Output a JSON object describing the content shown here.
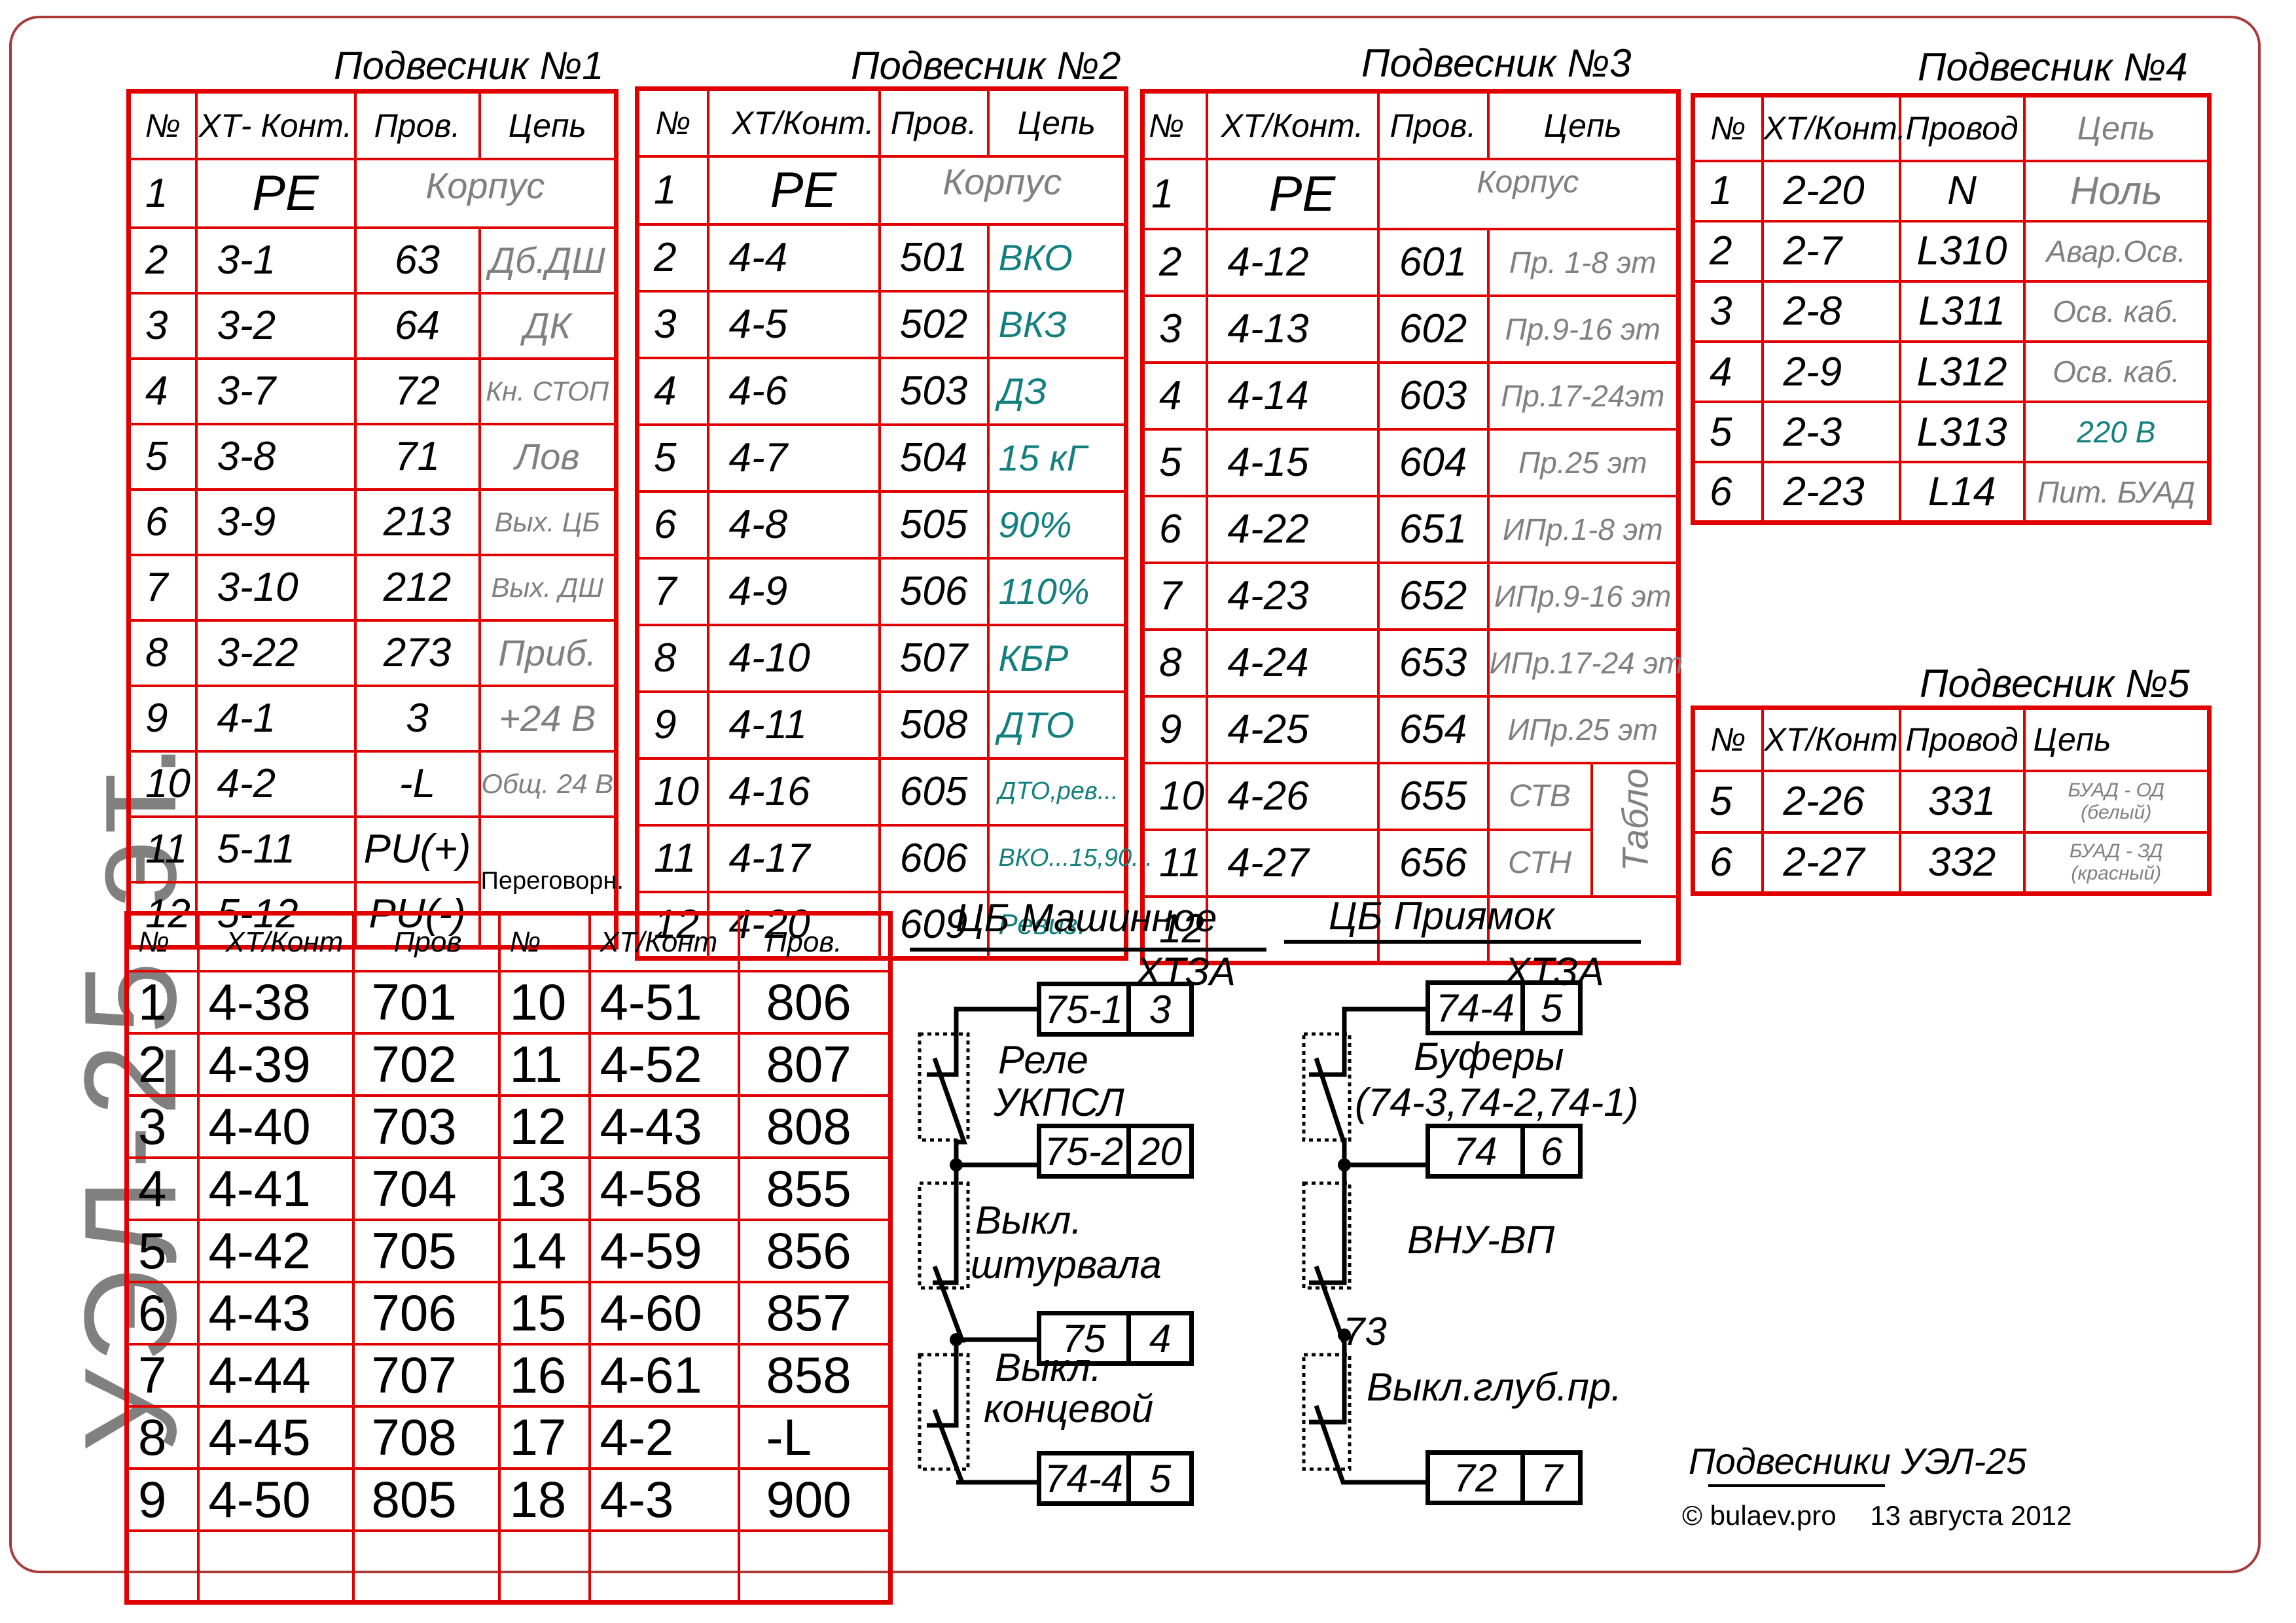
{
  "side_title": "УЭЛ-25 эт.",
  "colors": {
    "border": "#e00000",
    "teal": "#137f7f",
    "gray": "#808080",
    "frame": "#a83a3a"
  },
  "p1": {
    "title": "Подвесник №1",
    "headers": [
      "№",
      "ХТ- Конт.",
      "Пров.",
      "Цепь"
    ],
    "row1": {
      "no": "1",
      "xt": "PE",
      "chain": "Корпус"
    },
    "rows": [
      {
        "no": "2",
        "xt": "3-1",
        "wire": "63",
        "chain": "Дб.ДШ"
      },
      {
        "no": "3",
        "xt": "3-2",
        "wire": "64",
        "chain": "ДК"
      },
      {
        "no": "4",
        "xt": "3-7",
        "wire": "72",
        "chain": "Кн. СТОП"
      },
      {
        "no": "5",
        "xt": "3-8",
        "wire": "71",
        "chain": "Лов"
      },
      {
        "no": "6",
        "xt": "3-9",
        "wire": "213",
        "chain": "Вых. ЦБ"
      },
      {
        "no": "7",
        "xt": "3-10",
        "wire": "212",
        "chain": "Вых. ДШ"
      },
      {
        "no": "8",
        "xt": "3-22",
        "wire": "273",
        "chain": "Приб."
      },
      {
        "no": "9",
        "xt": "4-1",
        "wire": "3",
        "chain": "+24 В"
      },
      {
        "no": "10",
        "xt": "4-2",
        "wire": "-L",
        "chain": "Общ. 24 В"
      },
      {
        "no": "11",
        "xt": "5-11",
        "wire": "PU(+)"
      },
      {
        "no": "12",
        "xt": "5-12",
        "wire": "PU(-)"
      }
    ],
    "merged_chain_11_12": "Переговорн."
  },
  "p2": {
    "title": "Подвесник №2",
    "headers": [
      "№",
      "ХТ/Конт.",
      "Пров.",
      "Цепь"
    ],
    "row1": {
      "no": "1",
      "xt": "PE",
      "chain": "Корпус"
    },
    "rows": [
      {
        "no": "2",
        "xt": "4-4",
        "wire": "501",
        "chain": "ВКО"
      },
      {
        "no": "3",
        "xt": "4-5",
        "wire": "502",
        "chain": "ВКЗ"
      },
      {
        "no": "4",
        "xt": "4-6",
        "wire": "503",
        "chain": "ДЗ"
      },
      {
        "no": "5",
        "xt": "4-7",
        "wire": "504",
        "chain": "15 кГ"
      },
      {
        "no": "6",
        "xt": "4-8",
        "wire": "505",
        "chain": "90%"
      },
      {
        "no": "7",
        "xt": "4-9",
        "wire": "506",
        "chain": "110%"
      },
      {
        "no": "8",
        "xt": "4-10",
        "wire": "507",
        "chain": "КБР"
      },
      {
        "no": "9",
        "xt": "4-11",
        "wire": "508",
        "chain": "ДТО"
      },
      {
        "no": "10",
        "xt": "4-16",
        "wire": "605",
        "chain": "ДТО,рев..."
      },
      {
        "no": "11",
        "xt": "4-17",
        "wire": "606",
        "chain": "ВКО...15,90..."
      },
      {
        "no": "12",
        "xt": "4-20",
        "wire": "609",
        "chain": "Ревиз."
      }
    ]
  },
  "p3": {
    "title": "Подвесник №3",
    "headers": [
      "№",
      "ХТ/Конт.",
      "Пров.",
      "Цепь"
    ],
    "row1": {
      "no": "1",
      "xt": "PE",
      "chain": "Корпус"
    },
    "rows": [
      {
        "no": "2",
        "xt": "4-12",
        "wire": "601",
        "chain": "Пр. 1-8 эт"
      },
      {
        "no": "3",
        "xt": "4-13",
        "wire": "602",
        "chain": "Пр.9-16 эт"
      },
      {
        "no": "4",
        "xt": "4-14",
        "wire": "603",
        "chain": "Пр.17-24эт"
      },
      {
        "no": "5",
        "xt": "4-15",
        "wire": "604",
        "chain": "Пр.25 эт"
      },
      {
        "no": "6",
        "xt": "4-22",
        "wire": "651",
        "chain": "ИПр.1-8 эт"
      },
      {
        "no": "7",
        "xt": "4-23",
        "wire": "652",
        "chain": "ИПр.9-16 эт"
      },
      {
        "no": "8",
        "xt": "4-24",
        "wire": "653",
        "chain": "ИПр.17-24 эт"
      },
      {
        "no": "9",
        "xt": "4-25",
        "wire": "654",
        "chain": "ИПр.25 эт"
      },
      {
        "no": "10",
        "xt": "4-26",
        "wire": "655",
        "chain": "СТВ"
      },
      {
        "no": "11",
        "xt": "4-27",
        "wire": "656",
        "chain": "СТН"
      },
      {
        "no": "12",
        "xt": "",
        "wire": "",
        "chain": ""
      }
    ],
    "merged_label_10_11": "Табло"
  },
  "p4": {
    "title": "Подвесник №4",
    "headers": [
      "№",
      "ХТ/Конт.",
      "Провод",
      "Цепь"
    ],
    "rows": [
      {
        "no": "1",
        "xt": "2-20",
        "wire": "N",
        "chain": "Ноль"
      },
      {
        "no": "2",
        "xt": "2-7",
        "wire": "L310",
        "chain": "Авар.Осв."
      },
      {
        "no": "3",
        "xt": "2-8",
        "wire": "L311",
        "chain": "Осв. каб."
      },
      {
        "no": "4",
        "xt": "2-9",
        "wire": "L312",
        "chain": "Осв. каб."
      },
      {
        "no": "5",
        "xt": "2-3",
        "wire": "L313",
        "chain": "220 В"
      },
      {
        "no": "6",
        "xt": "2-23",
        "wire": "L14",
        "chain": "Пит. БУАД"
      }
    ]
  },
  "p5": {
    "title": "Подвесник №5",
    "headers": [
      "№",
      "ХТ/Конт",
      "Провод",
      "Цепь"
    ],
    "rows": [
      {
        "no": "5",
        "xt": "2-26",
        "wire": "331",
        "chain": "БУАД - ОД",
        "chain2": "(белый)"
      },
      {
        "no": "6",
        "xt": "2-27",
        "wire": "332",
        "chain": "БУАД - ЗД",
        "chain2": "(красный)"
      }
    ]
  },
  "big_table": {
    "headers": [
      "№",
      "ХТ/Конт",
      "Пров",
      "№",
      "ХТ/Конт",
      "Пров."
    ],
    "rows": [
      [
        "1",
        "4-38",
        "701",
        "10",
        "4-51",
        "806"
      ],
      [
        "2",
        "4-39",
        "702",
        "11",
        "4-52",
        "807"
      ],
      [
        "3",
        "4-40",
        "703",
        "12",
        "4-43",
        "808"
      ],
      [
        "4",
        "4-41",
        "704",
        "13",
        "4-58",
        "855"
      ],
      [
        "5",
        "4-42",
        "705",
        "14",
        "4-59",
        "856"
      ],
      [
        "6",
        "4-43",
        "706",
        "15",
        "4-60",
        "857"
      ],
      [
        "7",
        "4-44",
        "707",
        "16",
        "4-61",
        "858"
      ],
      [
        "8",
        "4-45",
        "708",
        "17",
        "4-2",
        "-L"
      ],
      [
        "9",
        "4-50",
        "805",
        "18",
        "4-3",
        "900"
      ],
      [
        "",
        "",
        "",
        "",
        "",
        ""
      ]
    ]
  },
  "diagram_left": {
    "title": "ЦБ Машинное",
    "connector": "ХТЗА",
    "terminals": [
      [
        "75-1",
        "3"
      ],
      [
        "75-2",
        "20"
      ],
      [
        "75",
        "4"
      ],
      [
        "74-4",
        "5"
      ]
    ],
    "labels": [
      "Реле",
      "УКПСЛ",
      "Выкл.",
      "штурвала",
      "Выкл.",
      "концевой"
    ]
  },
  "diagram_right": {
    "title": "ЦБ Приямок",
    "connector": "ХТЗА",
    "terminals": [
      [
        "74-4",
        "5"
      ],
      [
        "74",
        "6"
      ],
      [
        "72",
        "7"
      ]
    ],
    "labels": [
      "Буферы",
      "(74-3,74-2,74-1)",
      "ВНУ-ВП",
      "Выкл.глуб.пр."
    ],
    "node_label": "73"
  },
  "footer": {
    "title": "Подвесники УЭЛ-25",
    "copyright": "© bulaev.pro",
    "date": "13 августа 2012"
  }
}
